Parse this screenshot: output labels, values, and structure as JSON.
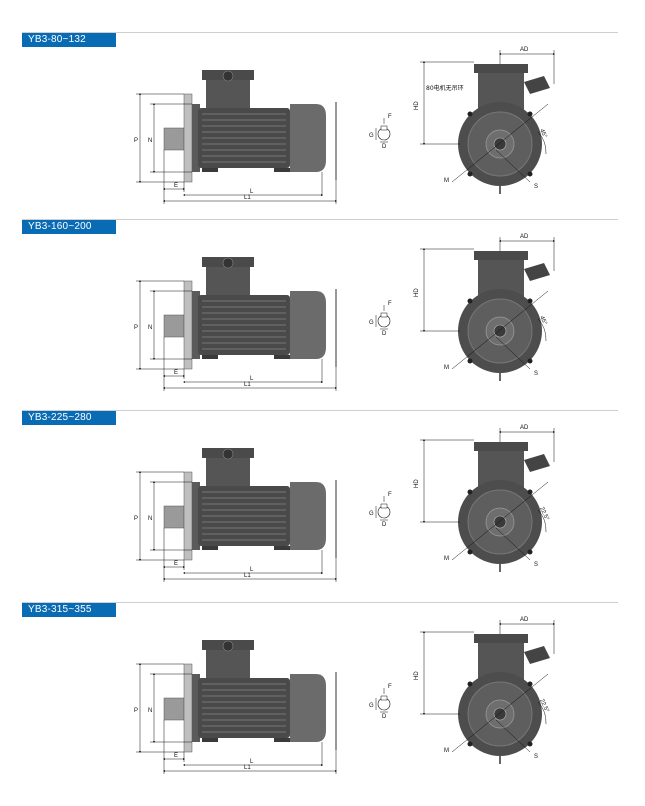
{
  "sections": [
    {
      "title": "YB3-80~132",
      "labels": {
        "p": "P",
        "n": "N",
        "l": "L",
        "l1": "L1",
        "e": "E",
        "g": "G",
        "d": "D",
        "f": "F",
        "hd": "HD",
        "ad": "AD",
        "m": "M",
        "s": "S",
        "angle": "45°",
        "note": "80电机无吊环"
      }
    },
    {
      "title": "YB3-160~200",
      "labels": {
        "p": "P",
        "n": "N",
        "l": "L",
        "l1": "L1",
        "e": "E",
        "g": "G",
        "d": "D",
        "f": "F",
        "hd": "HD",
        "ad": "AD",
        "m": "M",
        "s": "S",
        "angle": "45°",
        "note": ""
      }
    },
    {
      "title": "YB3-225~280",
      "labels": {
        "p": "P",
        "n": "N",
        "l": "L",
        "l1": "L1",
        "e": "E",
        "g": "G",
        "d": "D",
        "f": "F",
        "hd": "HD",
        "ad": "AD",
        "m": "M",
        "s": "S",
        "angle": "22.5°",
        "note": ""
      }
    },
    {
      "title": "YB3-315~355",
      "labels": {
        "p": "P",
        "n": "N",
        "l": "L",
        "l1": "L1",
        "e": "E",
        "g": "G",
        "d": "D",
        "f": "F",
        "hd": "HD",
        "ad": "AD",
        "m": "M",
        "s": "S",
        "angle": "22.5°",
        "note": ""
      }
    }
  ]
}
